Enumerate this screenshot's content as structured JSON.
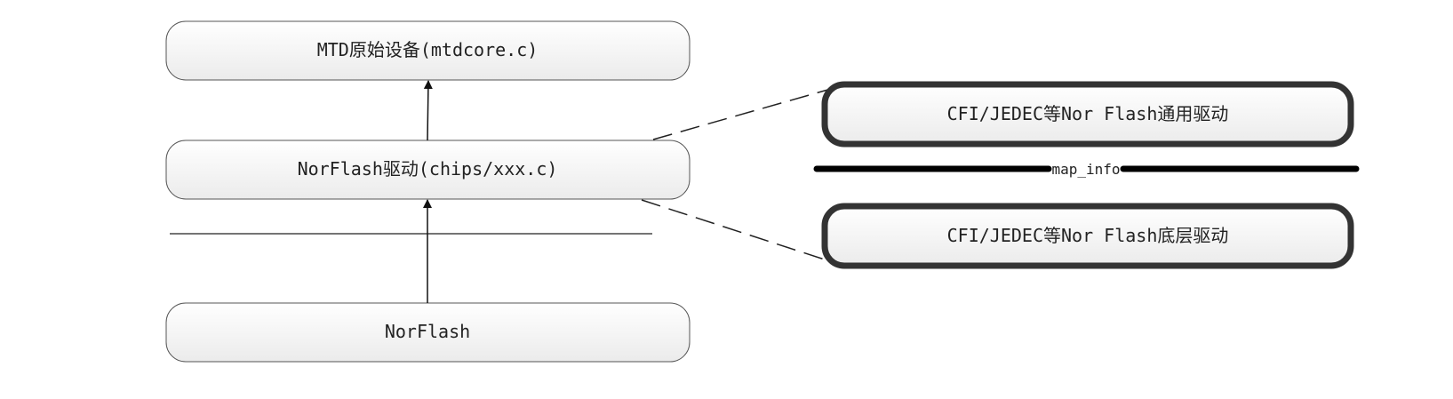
{
  "nodes": {
    "mtd_core": "MTD原始设备(mtdcore.c)",
    "norflash_driver": "NorFlash驱动(chips/xxx.c)",
    "norflash": "NorFlash",
    "cfi_generic": "CFI/JEDEC等Nor Flash通用驱动",
    "cfi_low": "CFI/JEDEC等Nor Flash底层驱动"
  },
  "labels": {
    "map_info": "map_info"
  },
  "colors": {
    "stroke": "#222222",
    "box_stroke_thin": "#555555",
    "box_fill_top": "#ffffff",
    "box_fill_bottom": "#ececec"
  }
}
